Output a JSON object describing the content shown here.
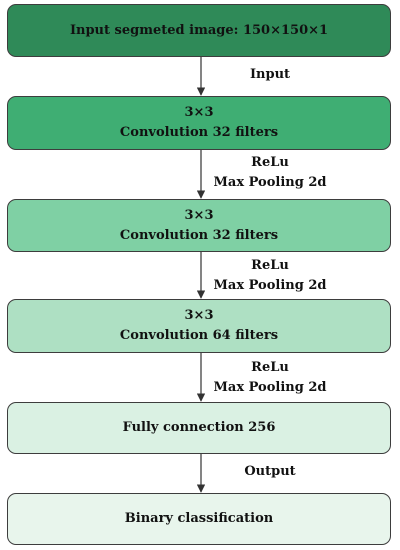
{
  "diagram": {
    "nodes": [
      {
        "id": "input",
        "lines": [
          "Input segmeted image: 150×150×1"
        ],
        "color": "#2f8a58"
      },
      {
        "id": "conv1",
        "lines": [
          "3×3",
          "Convolution 32 filters"
        ],
        "color": "#3fae73"
      },
      {
        "id": "conv2",
        "lines": [
          "3×3",
          "Convolution 32 filters"
        ],
        "color": "#7fd0a4"
      },
      {
        "id": "conv3",
        "lines": [
          "3×3",
          "Convolution 64 filters"
        ],
        "color": "#aee0c3"
      },
      {
        "id": "fc",
        "lines": [
          "Fully connection 256"
        ],
        "color": "#daf1e3"
      },
      {
        "id": "output",
        "lines": [
          "Binary classification"
        ],
        "color": "#e8f5ec"
      }
    ],
    "edges": [
      {
        "from": "input",
        "to": "conv1",
        "label": [
          "Input"
        ]
      },
      {
        "from": "conv1",
        "to": "conv2",
        "label": [
          "ReLu",
          "Max Pooling 2d"
        ]
      },
      {
        "from": "conv2",
        "to": "conv3",
        "label": [
          "ReLu",
          "Max Pooling 2d"
        ]
      },
      {
        "from": "conv3",
        "to": "fc",
        "label": [
          "ReLu",
          "Max Pooling 2d"
        ]
      },
      {
        "from": "fc",
        "to": "output",
        "label": [
          "Output"
        ]
      }
    ]
  }
}
